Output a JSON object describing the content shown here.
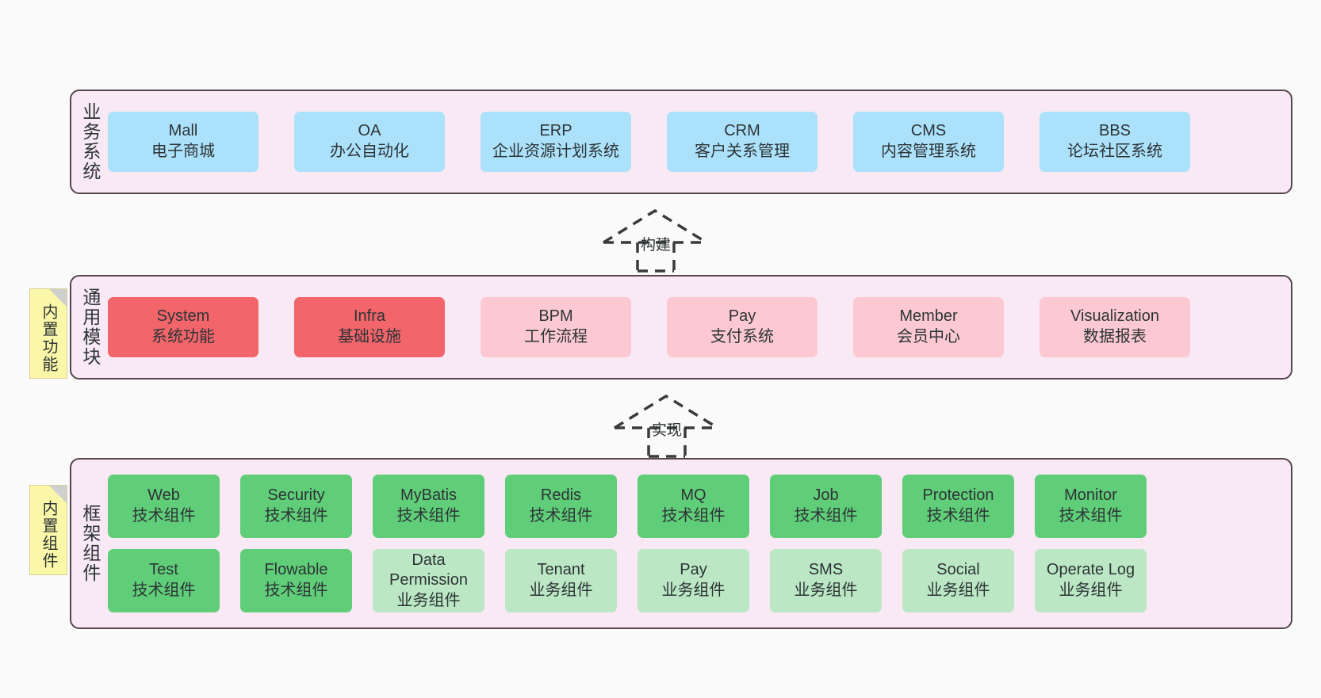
{
  "diagram": {
    "type": "layered-architecture",
    "background": "#fafafa",
    "panel_fill": "#f8e9f4",
    "panel_border": "#56454f",
    "colors": {
      "business_system": "#ace1fb",
      "module_core": "#f2656a",
      "module_optional": "#fcc9d2",
      "component_tech": "#60cd79",
      "component_business": "#bbe7c4",
      "note": "#fbf7a8",
      "note_fold": "#cfcfcf"
    }
  },
  "layers": [
    {
      "id": "business",
      "title": "业务系统",
      "rows": [
        [
          {
            "en": "Mall",
            "cn": "电子商城",
            "color": "c-blue"
          },
          {
            "en": "OA",
            "cn": "办公自动化",
            "color": "c-blue"
          },
          {
            "en": "ERP",
            "cn": "企业资源计划系统",
            "color": "c-blue"
          },
          {
            "en": "CRM",
            "cn": "客户关系管理",
            "color": "c-blue"
          },
          {
            "en": "CMS",
            "cn": "内容管理系统",
            "color": "c-blue"
          },
          {
            "en": "BBS",
            "cn": "论坛社区系统",
            "color": "c-blue"
          }
        ]
      ]
    },
    {
      "id": "modules",
      "title": "通用模块",
      "note": "内置功能",
      "rows": [
        [
          {
            "en": "System",
            "cn": "系统功能",
            "color": "c-red"
          },
          {
            "en": "Infra",
            "cn": "基础设施",
            "color": "c-red"
          },
          {
            "en": "BPM",
            "cn": "工作流程",
            "color": "c-pink"
          },
          {
            "en": "Pay",
            "cn": "支付系统",
            "color": "c-pink"
          },
          {
            "en": "Member",
            "cn": "会员中心",
            "color": "c-pink"
          },
          {
            "en": "Visualization",
            "cn": "数据报表",
            "color": "c-pink"
          }
        ]
      ]
    },
    {
      "id": "framework",
      "title": "框架组件",
      "note": "内置组件",
      "rows": [
        [
          {
            "en": "Web",
            "cn": "技术组件",
            "color": "c-green"
          },
          {
            "en": "Security",
            "cn": "技术组件",
            "color": "c-green"
          },
          {
            "en": "MyBatis",
            "cn": "技术组件",
            "color": "c-green"
          },
          {
            "en": "Redis",
            "cn": "技术组件",
            "color": "c-green"
          },
          {
            "en": "MQ",
            "cn": "技术组件",
            "color": "c-green"
          },
          {
            "en": "Job",
            "cn": "技术组件",
            "color": "c-green"
          },
          {
            "en": "Protection",
            "cn": "技术组件",
            "color": "c-green"
          },
          {
            "en": "Monitor",
            "cn": "技术组件",
            "color": "c-green"
          }
        ],
        [
          {
            "en": "Test",
            "cn": "技术组件",
            "color": "c-green"
          },
          {
            "en": "Flowable",
            "cn": "技术组件",
            "color": "c-green"
          },
          {
            "en": "Data Permission",
            "cn": "业务组件",
            "color": "c-lightgreen",
            "wrap": true
          },
          {
            "en": "Tenant",
            "cn": "业务组件",
            "color": "c-lightgreen"
          },
          {
            "en": "Pay",
            "cn": "业务组件",
            "color": "c-lightgreen"
          },
          {
            "en": "SMS",
            "cn": "业务组件",
            "color": "c-lightgreen"
          },
          {
            "en": "Social",
            "cn": "业务组件",
            "color": "c-lightgreen"
          },
          {
            "en": "Operate Log",
            "cn": "业务组件",
            "color": "c-lightgreen"
          }
        ]
      ]
    }
  ],
  "connectors": [
    {
      "id": "build",
      "label": "构建"
    },
    {
      "id": "implement",
      "label": "实现"
    }
  ]
}
